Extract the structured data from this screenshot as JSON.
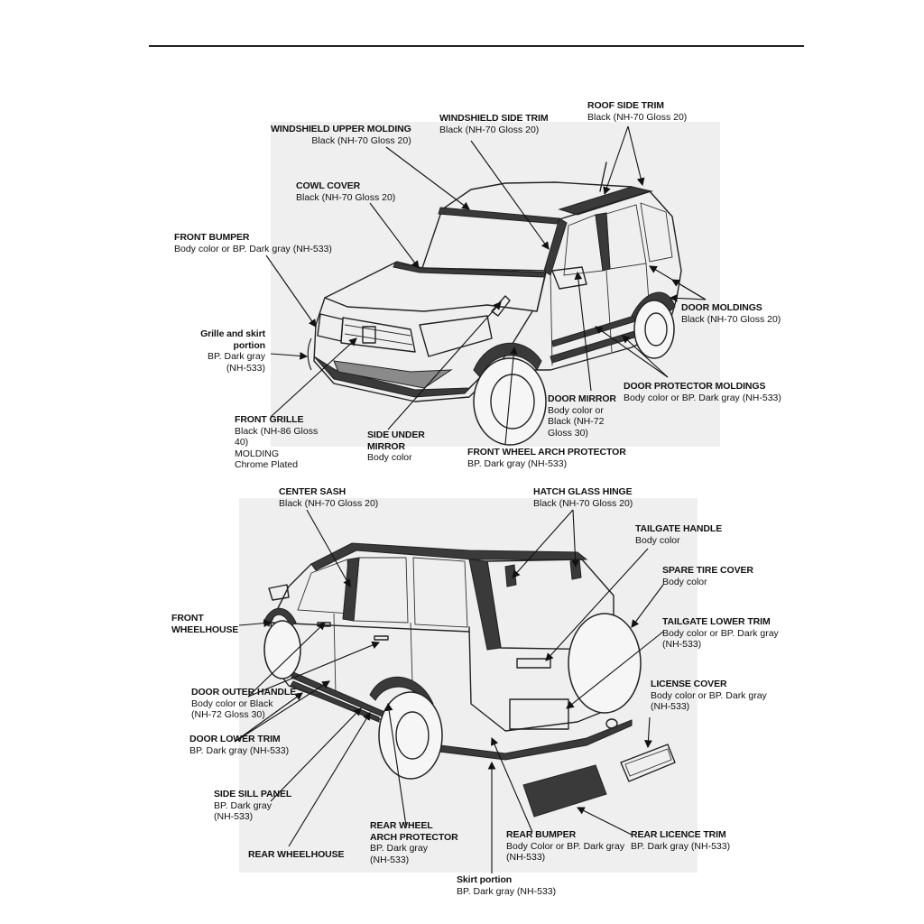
{
  "top_labels": {
    "windshield_upper_molding": {
      "title": "WINDSHIELD UPPER MOLDING",
      "desc": "Black (NH-70 Gloss 20)"
    },
    "windshield_side_trim": {
      "title": "WINDSHIELD SIDE TRIM",
      "desc": "Black (NH-70 Gloss 20)"
    },
    "roof_side_trim": {
      "title": "ROOF SIDE TRIM",
      "desc": "Black (NH-70 Gloss 20)"
    },
    "cowl_cover": {
      "title": "COWL COVER",
      "desc": "Black (NH-70 Gloss 20)"
    },
    "front_bumper": {
      "title": "FRONT BUMPER",
      "desc": "Body color or BP. Dark gray (NH-533)"
    },
    "grille_skirt": {
      "title1": "Grille and skirt",
      "title2": "portion",
      "desc1": "BP. Dark gray",
      "desc2": "(NH-533)"
    },
    "door_moldings": {
      "title": "DOOR MOLDINGS",
      "desc": "Black (NH-70 Gloss 20)"
    },
    "door_protector_moldings": {
      "title": "DOOR PROTECTOR MOLDINGS",
      "desc": "Body color or BP. Dark gray (NH-533)"
    },
    "door_mirror": {
      "title": "DOOR MIRROR",
      "desc1": "Body color or",
      "desc2": "Black (NH-72",
      "desc3": "Gloss 30)"
    },
    "front_grille": {
      "title": "FRONT GRILLE",
      "desc1": "Black (NH-86 Gloss",
      "desc2": "40)",
      "desc3": "MOLDING",
      "desc4": "Chrome Plated"
    },
    "side_under_mirror": {
      "title1": "SIDE UNDER",
      "title2": "MIRROR",
      "desc": "Body color"
    },
    "front_wheel_arch_protector": {
      "title": "FRONT WHEEL ARCH PROTECTOR",
      "desc": "BP. Dark gray (NH-533)"
    }
  },
  "bottom_labels": {
    "center_sash": {
      "title": "CENTER SASH",
      "desc": "Black (NH-70 Gloss 20)"
    },
    "hatch_glass_hinge": {
      "title": "HATCH GLASS HINGE",
      "desc": "Black (NH-70 Gloss 20)"
    },
    "tailgate_handle": {
      "title": "TAILGATE HANDLE",
      "desc": "Body color"
    },
    "spare_tire_cover": {
      "title": "SPARE TIRE COVER",
      "desc": "Body color"
    },
    "front_wheelhouse": {
      "title1": "FRONT",
      "title2": "WHEELHOUSE"
    },
    "tailgate_lower_trim": {
      "title": "TAILGATE LOWER TRIM",
      "desc1": "Body color or BP. Dark gray",
      "desc2": "(NH-533)"
    },
    "license_cover": {
      "title": "LICENSE COVER",
      "desc1": "Body color or BP. Dark gray",
      "desc2": "(NH-533)"
    },
    "door_outer_handle": {
      "title": "DOOR OUTER HANDLE",
      "desc1": "Body color or Black",
      "desc2": "(NH-72 Gloss 30)"
    },
    "door_lower_trim": {
      "title": "DOOR LOWER TRIM",
      "desc": "BP. Dark gray (NH-533)"
    },
    "side_sill_panel": {
      "title": "SIDE SILL PANEL",
      "desc1": "BP. Dark gray",
      "desc2": "(NH-533)"
    },
    "rear_wheel_arch_protector": {
      "title1": "REAR WHEEL",
      "title2": "ARCH PROTECTOR",
      "desc1": "BP. Dark gray",
      "desc2": "(NH-533)"
    },
    "rear_wheelhouse": {
      "title": "REAR WHEELHOUSE"
    },
    "rear_bumper": {
      "title": "REAR BUMPER",
      "desc1": "Body Color or BP. Dark gray",
      "desc2": "(NH-533)"
    },
    "rear_licence_trim": {
      "title": "REAR LICENCE TRIM",
      "desc": "BP. Dark gray (NH-533)"
    },
    "skirt_portion": {
      "title": "Skirt portion",
      "desc": "BP. Dark gray (NH-533)"
    }
  }
}
